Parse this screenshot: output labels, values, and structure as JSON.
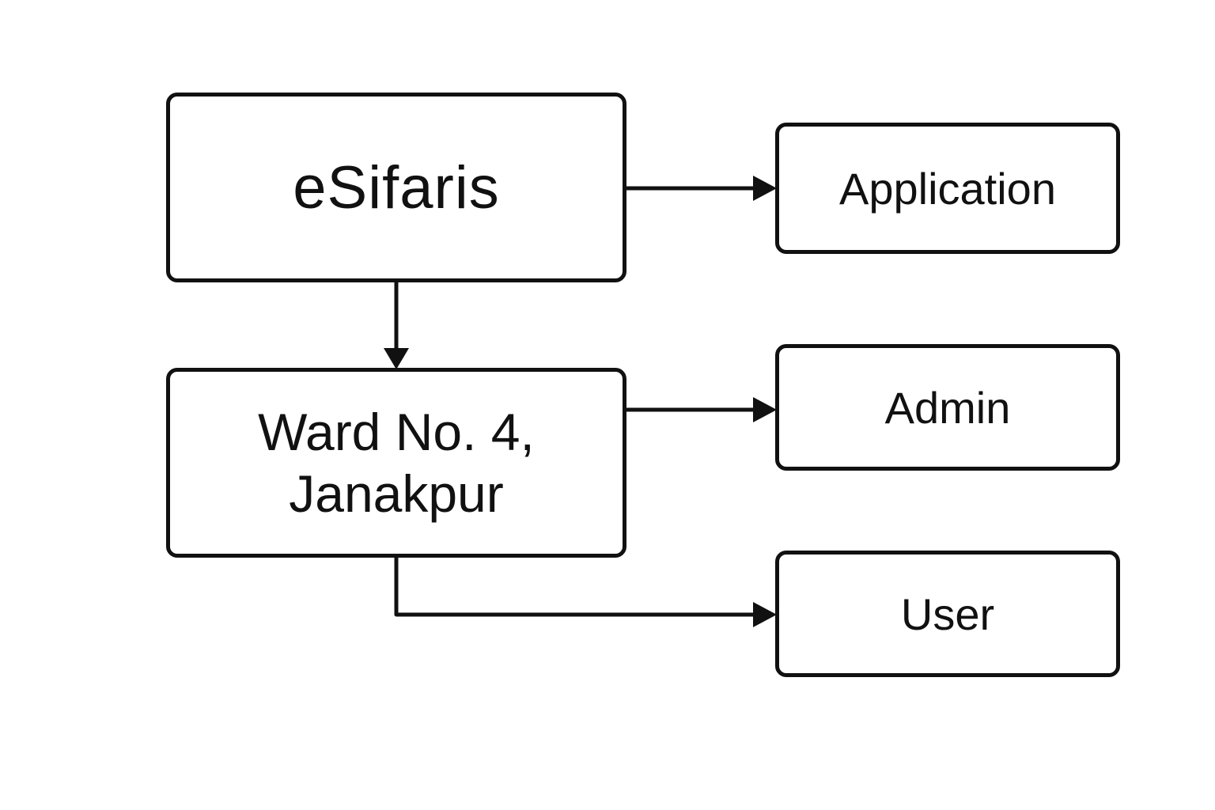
{
  "diagram": {
    "nodes": {
      "esifaris": {
        "label": "eSifaris"
      },
      "ward": {
        "label_line1": "Ward No. 4,",
        "label_line2": "Janakpur"
      },
      "application": {
        "label": "Application"
      },
      "admin": {
        "label": "Admin"
      },
      "user": {
        "label": "User"
      }
    },
    "edges": [
      {
        "from": "eSifaris",
        "to": "Application"
      },
      {
        "from": "eSifaris",
        "to": "Ward No. 4, Janakpur"
      },
      {
        "from": "Ward No. 4, Janakpur",
        "to": "Admin"
      },
      {
        "from": "Ward No. 4, Janakpur",
        "to": "User"
      }
    ],
    "colors": {
      "stroke": "#111111",
      "background": "#ffffff"
    }
  }
}
